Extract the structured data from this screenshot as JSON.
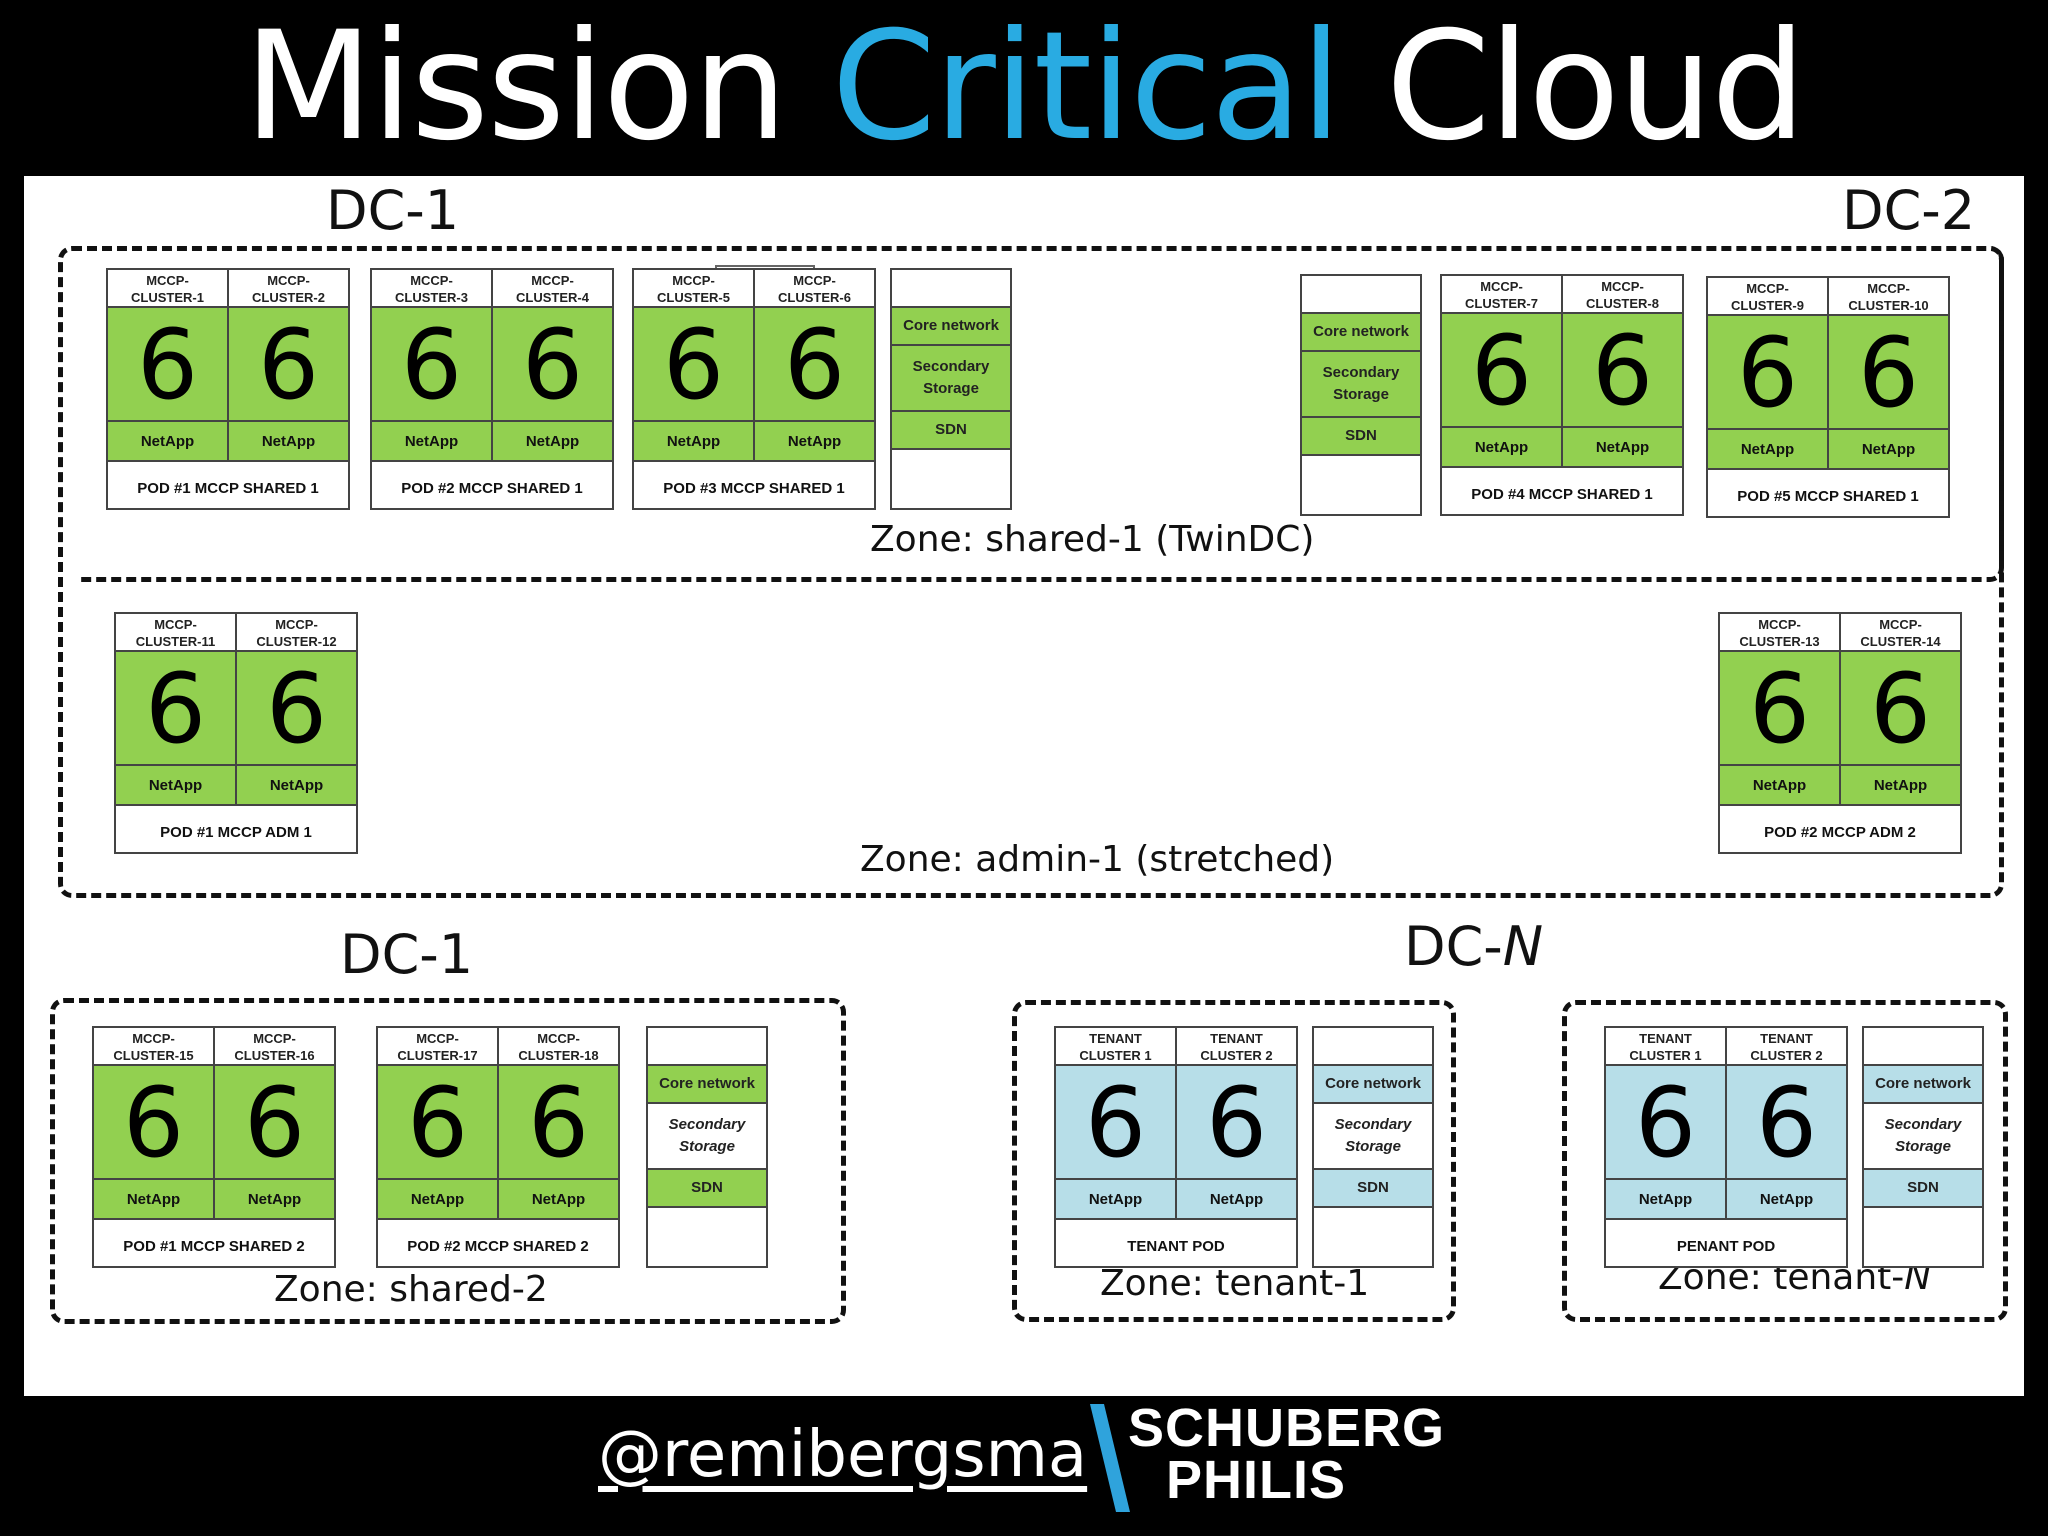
{
  "title": {
    "part1": "Mission",
    "accent": "Critical",
    "part3": "Cloud",
    "accent_color": "#29ABE2"
  },
  "colors": {
    "green": "#92D050",
    "blue": "#B7DEE8"
  },
  "dc_labels": {
    "top_left": "DC-1",
    "top_right": "DC-2",
    "bottom_left": "DC-1",
    "bottom_right_prefix": "DC-",
    "bottom_right_suffix": "N"
  },
  "zones": {
    "shared1": "Zone: shared-1 (TwinDC)",
    "admin1": "Zone: admin-1 (stretched)",
    "shared2": "Zone: shared-2",
    "tenant1": "Zone: tenant-1",
    "tenantN_prefix": "Zone: tenant-",
    "tenantN_suffix": "N"
  },
  "pods": {
    "p1": {
      "c1": [
        "MCCP-",
        "CLUSTER-1"
      ],
      "c2": [
        "MCCP-",
        "CLUSTER-2"
      ],
      "n1": "6",
      "n2": "6",
      "net1": "NetApp",
      "net2": "NetApp",
      "name": "POD #1 MCCP SHARED 1"
    },
    "p2": {
      "c1": [
        "MCCP-",
        "CLUSTER-3"
      ],
      "c2": [
        "MCCP-",
        "CLUSTER-4"
      ],
      "n1": "6",
      "n2": "6",
      "net1": "NetApp",
      "net2": "NetApp",
      "name": "POD #2 MCCP SHARED 1"
    },
    "p3": {
      "c1": [
        "MCCP-",
        "CLUSTER-5"
      ],
      "c2": [
        "MCCP-",
        "CLUSTER-6"
      ],
      "n1": "6",
      "n2": "6",
      "net1": "NetApp",
      "net2": "NetApp",
      "name": "POD #3 MCCP SHARED 1"
    },
    "p4": {
      "c1": [
        "MCCP-",
        "CLUSTER-7"
      ],
      "c2": [
        "MCCP-",
        "CLUSTER-8"
      ],
      "n1": "6",
      "n2": "6",
      "net1": "NetApp",
      "net2": "NetApp",
      "name": "POD #4 MCCP SHARED 1"
    },
    "p5": {
      "c1": [
        "MCCP-",
        "CLUSTER-9"
      ],
      "c2": [
        "MCCP-",
        "CLUSTER-10"
      ],
      "n1": "6",
      "n2": "6",
      "net1": "NetApp",
      "net2": "NetApp",
      "name": "POD #5 MCCP SHARED 1"
    },
    "a1": {
      "c1": [
        "MCCP-",
        "CLUSTER-11"
      ],
      "c2": [
        "MCCP-",
        "CLUSTER-12"
      ],
      "n1": "6",
      "n2": "6",
      "net1": "NetApp",
      "net2": "NetApp",
      "name": "POD #1 MCCP ADM 1"
    },
    "a2": {
      "c1": [
        "MCCP-",
        "CLUSTER-13"
      ],
      "c2": [
        "MCCP-",
        "CLUSTER-14"
      ],
      "n1": "6",
      "n2": "6",
      "net1": "NetApp",
      "net2": "NetApp",
      "name": "POD #2 MCCP ADM 2"
    },
    "s1": {
      "c1": [
        "MCCP-",
        "CLUSTER-15"
      ],
      "c2": [
        "MCCP-",
        "CLUSTER-16"
      ],
      "n1": "6",
      "n2": "6",
      "net1": "NetApp",
      "net2": "NetApp",
      "name": "POD #1 MCCP SHARED 2"
    },
    "s2": {
      "c1": [
        "MCCP-",
        "CLUSTER-17"
      ],
      "c2": [
        "MCCP-",
        "CLUSTER-18"
      ],
      "n1": "6",
      "n2": "6",
      "net1": "NetApp",
      "net2": "NetApp",
      "name": "POD #2 MCCP SHARED 2"
    },
    "t1": {
      "c1": [
        "TENANT",
        "CLUSTER 1"
      ],
      "c2": [
        "TENANT",
        "CLUSTER 2"
      ],
      "n1": "6",
      "n2": "6",
      "net1": "NetApp",
      "net2": "NetApp",
      "name": "TENANT POD"
    },
    "tN": {
      "c1": [
        "TENANT",
        "CLUSTER 1"
      ],
      "c2": [
        "TENANT",
        "CLUSTER 2"
      ],
      "n1": "6",
      "n2": "6",
      "net1": "NetApp",
      "net2": "NetApp",
      "name": "PENANT POD"
    }
  },
  "services": {
    "core": "Core network",
    "storage1": "Secondary",
    "storage2": "Storage",
    "sdn": "SDN"
  },
  "footer": {
    "handle": "@remibergsma",
    "logo_line1": "SCHUBERG",
    "logo_line2": "PHILIS",
    "logo_icon": "slash-mark-icon"
  }
}
